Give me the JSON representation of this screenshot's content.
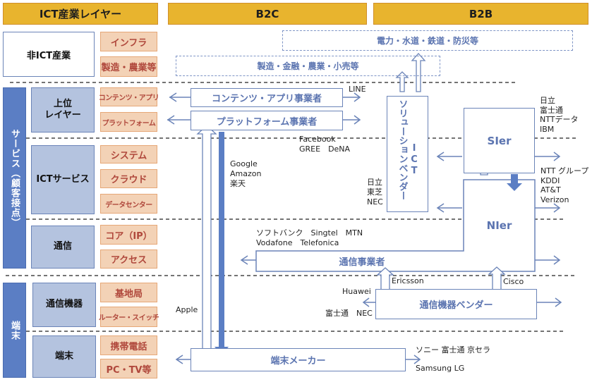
{
  "headers": {
    "layer": "ICT産業レイヤー",
    "b2c": "B2C",
    "b2b": "B2B"
  },
  "sidebar": {
    "service": "サービス（顧客接点）",
    "terminal": "端末"
  },
  "layers": {
    "non_ict": "非ICT産業",
    "upper": "上位\nレイヤー",
    "ict_service": "ICTサービス",
    "telecom": "通信",
    "telecom_equipment": "通信機器",
    "terminal": "端末"
  },
  "sublayers": {
    "infra": "インフラ",
    "manufacturing_agri": "製造・農業等",
    "contents_app": "コンテンツ・アプリ",
    "platform": "プラットフォーム",
    "system": "システム",
    "cloud": "クラウド",
    "datacenter": "データセンター",
    "core_ip": "コア（IP）",
    "access": "アクセス",
    "base_station": "基地局",
    "router_switch": "ルーター・スイッチ",
    "mobile_phone": "携帯電話",
    "pc_tv": "PC・TV等"
  },
  "industries": {
    "power_water": "電力・水道・鉄道・防災等",
    "mfg_finance": "製造・金融・農業・小売等"
  },
  "actors": {
    "contents_operator": "コンテンツ・アプリ事業者",
    "platform_operator": "プラットフォーム事業者",
    "ict_solution_vendor_line1": "ソリューションベンダー",
    "ict_solution_vendor_line2": "ICT",
    "sier": "SIer",
    "nier": "NIer",
    "telecom_operator": "通信事業者",
    "equipment_vendor": "通信機器ベンダー",
    "terminal_maker": "端末メーカー"
  },
  "companies": {
    "line": "LINE",
    "facebook": "Facebook",
    "gree_dena": "GREE　DeNA",
    "google": "Google",
    "amazon": "Amazon",
    "rakuten": "楽天",
    "hitachi": "日立",
    "toshiba": "東芝",
    "nec": "NEC",
    "sier_hitachi": "日立",
    "sier_fujitsu": "富士通",
    "sier_nttdata": "NTTデータ",
    "sier_ibm": "IBM",
    "ntt_group": "NTT グループ",
    "kddi": "KDDI",
    "att": "AT&T",
    "verizon": "Verizon",
    "telecom_line1": "ソフトバンク　Singtel　MTN",
    "telecom_line2": "Vodafone　Telefonica",
    "ericsson": "Ericsson",
    "cisco": "Cisco",
    "huawei": "Huawei",
    "fujitsu_nec": "富士通　NEC",
    "apple": "Apple",
    "terminal_jp": "ソニー 富士通 京セラ",
    "terminal_kr": "Samsung LG"
  },
  "colors": {
    "header": "#e8b42e",
    "layer_blue": "#b4c3df",
    "sidebar_blue": "#5b7ec4",
    "peach": "#f3d2b6",
    "peach_text": "#b0483c",
    "actor_text": "#5b74b0",
    "line": "#6b84b8"
  }
}
